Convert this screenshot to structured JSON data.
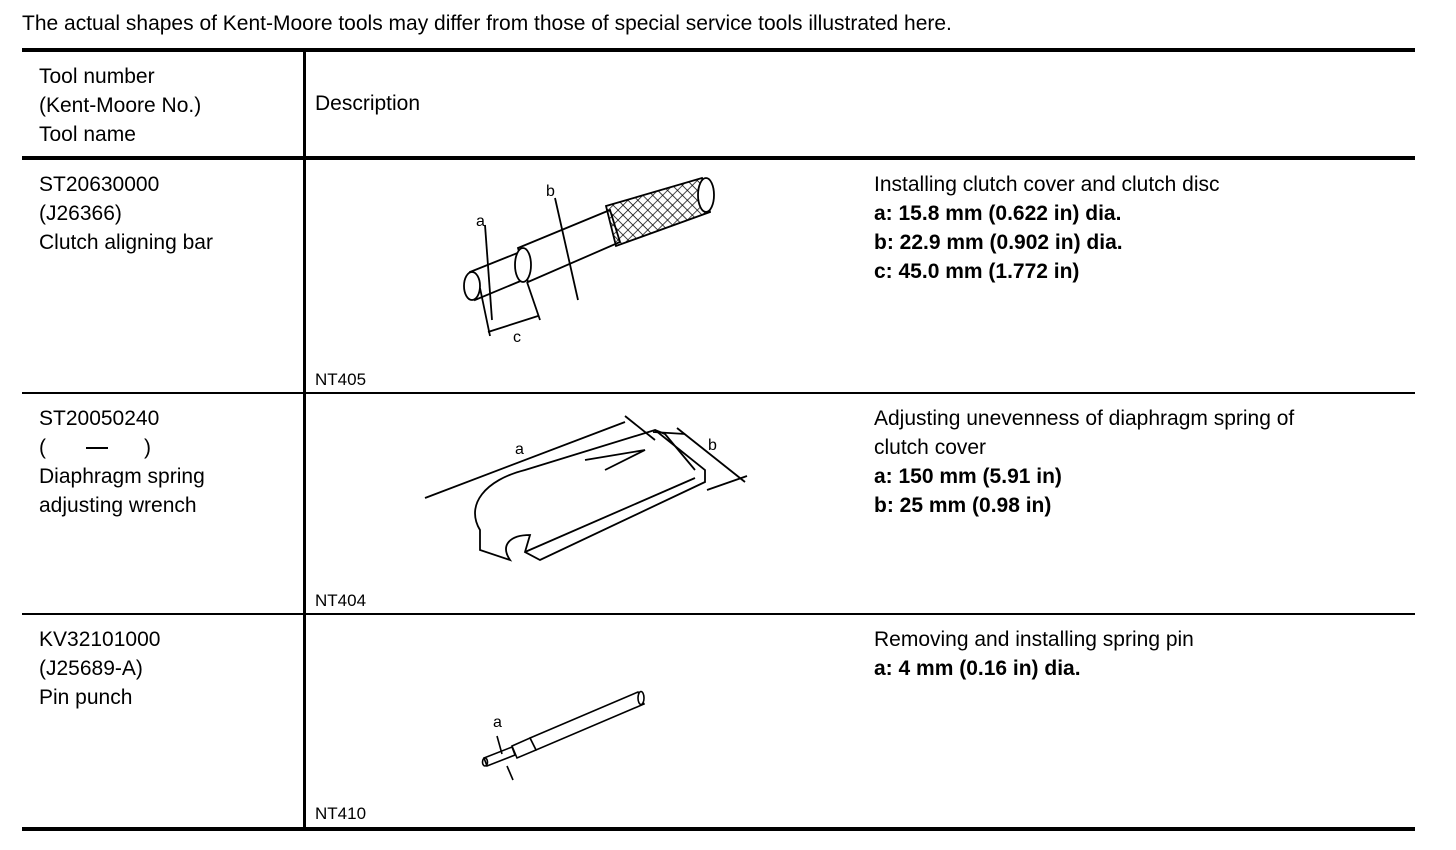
{
  "intro_text": "The actual shapes of Kent-Moore tools may differ from those of special service tools illustrated here.",
  "header": {
    "col1": [
      "Tool number",
      "(Kent-Moore No.)",
      "Tool name"
    ],
    "col2": "Description"
  },
  "rows": [
    {
      "tool_number": "ST20630000",
      "kent_moore": "(J26366)",
      "tool_name_lines": [
        "Clutch aligning bar"
      ],
      "figure_code": "NT405",
      "figure_labels": {
        "a": "a",
        "b": "b",
        "c": "c"
      },
      "description": "Installing clutch cover and clutch disc",
      "specs": [
        "a: 15.8 mm (0.622 in) dia.",
        "b: 22.9 mm (0.902 in) dia.",
        "c: 45.0 mm (1.772 in)"
      ]
    },
    {
      "tool_number": "ST20050240",
      "kent_moore_open": "(",
      "kent_moore_close": ")",
      "tool_name_lines": [
        "Diaphragm spring",
        "adjusting wrench"
      ],
      "figure_code": "NT404",
      "figure_labels": {
        "a": "a",
        "b": "b"
      },
      "description_lines": [
        "Adjusting unevenness of diaphragm spring of",
        "clutch cover"
      ],
      "specs": [
        "a: 150 mm (5.91 in)",
        "b: 25 mm (0.98 in)"
      ]
    },
    {
      "tool_number": "KV32101000",
      "kent_moore": "(J25689-A)",
      "tool_name_lines": [
        "Pin punch"
      ],
      "figure_code": "NT410",
      "figure_labels": {
        "a": "a"
      },
      "description": "Removing and installing spring pin",
      "specs": [
        "a: 4 mm (0.16 in) dia."
      ]
    }
  ]
}
